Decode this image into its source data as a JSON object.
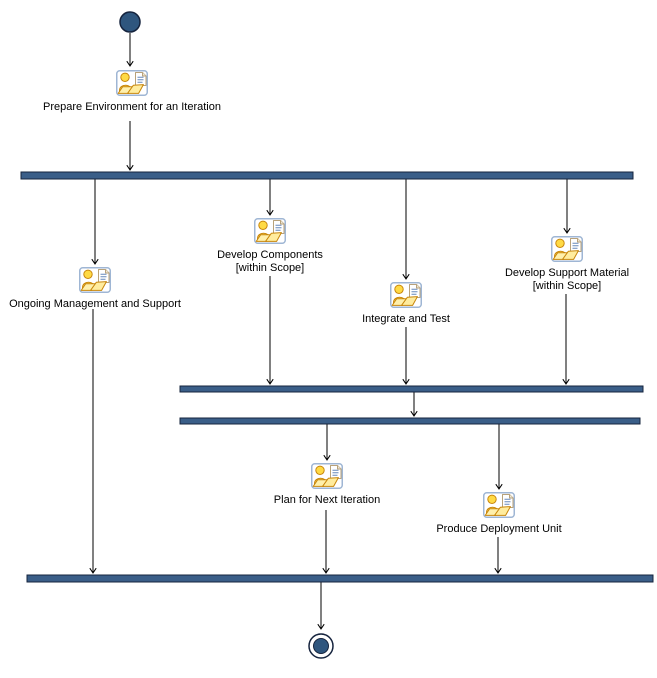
{
  "diagram": {
    "type": "uml-activity-diagram",
    "background": "#FFFFFF",
    "nodes": {
      "initial": {
        "type": "initial-node"
      },
      "final": {
        "type": "activity-final-node"
      }
    },
    "activities": [
      {
        "label": "Prepare Environment for an Iteration"
      },
      {
        "label": "Ongoing Management and Support"
      },
      {
        "label": "Develop Components\n[within Scope]"
      },
      {
        "label": "Integrate and Test"
      },
      {
        "label": "Develop Support Material\n[within Scope]"
      },
      {
        "label": "Plan for Next Iteration"
      },
      {
        "label": "Produce Deployment Unit"
      }
    ],
    "bars": [
      {
        "name": "fork-bar-top"
      },
      {
        "name": "join-bar-middle"
      },
      {
        "name": "fork-bar-middle"
      },
      {
        "name": "join-bar-bottom"
      }
    ],
    "colors": {
      "node_fill": "#2F567E",
      "node_border": "#16243E",
      "bar_fill": "#3A5E88",
      "bar_border": "#16243E",
      "edge": "#000000",
      "text": "#000000",
      "icon_border": "#9FB6D4",
      "icon_head": "#FFDA45",
      "icon_body": "#FFE06A",
      "icon_page": "#FFF0AC",
      "icon_outline": "#C8860A",
      "icon_doc_line": "#6688BB"
    }
  }
}
